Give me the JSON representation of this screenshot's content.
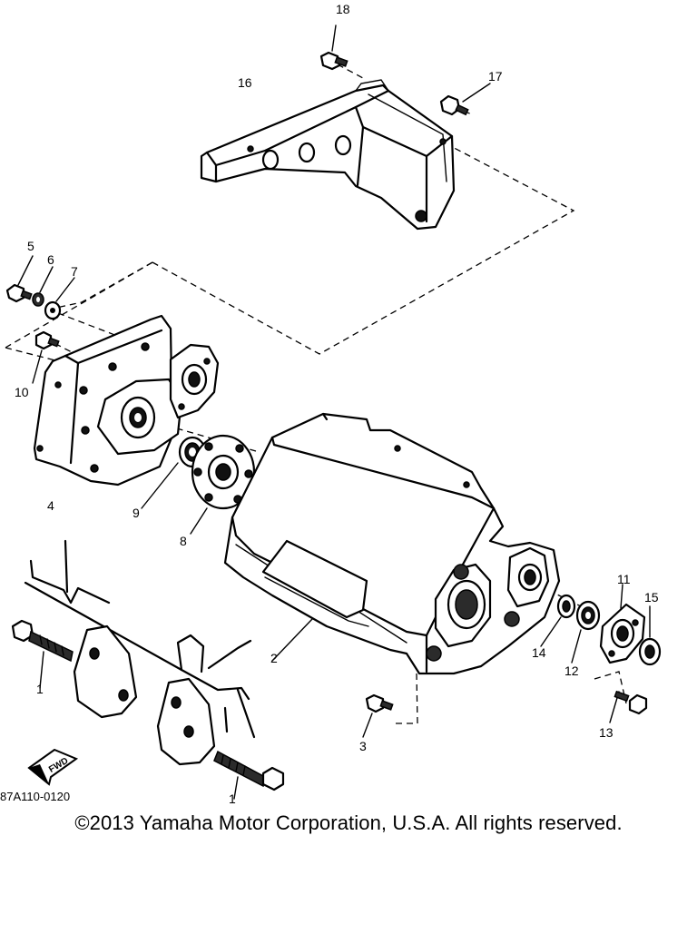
{
  "diagram_code": "87A110-0120",
  "copyright": "©2013 Yamaha Motor Corporation, U.S.A. All rights reserved.",
  "fwd_badge": "FWD",
  "callouts": {
    "p1a": "1",
    "p1b": "1",
    "p2": "2",
    "p3": "3",
    "p4": "4",
    "p5": "5",
    "p6": "6",
    "p7": "7",
    "p8": "8",
    "p9": "9",
    "p10": "10",
    "p11": "11",
    "p12": "12",
    "p13": "13",
    "p14": "14",
    "p15": "15",
    "p16": "16",
    "p17": "17",
    "p18": "18"
  }
}
